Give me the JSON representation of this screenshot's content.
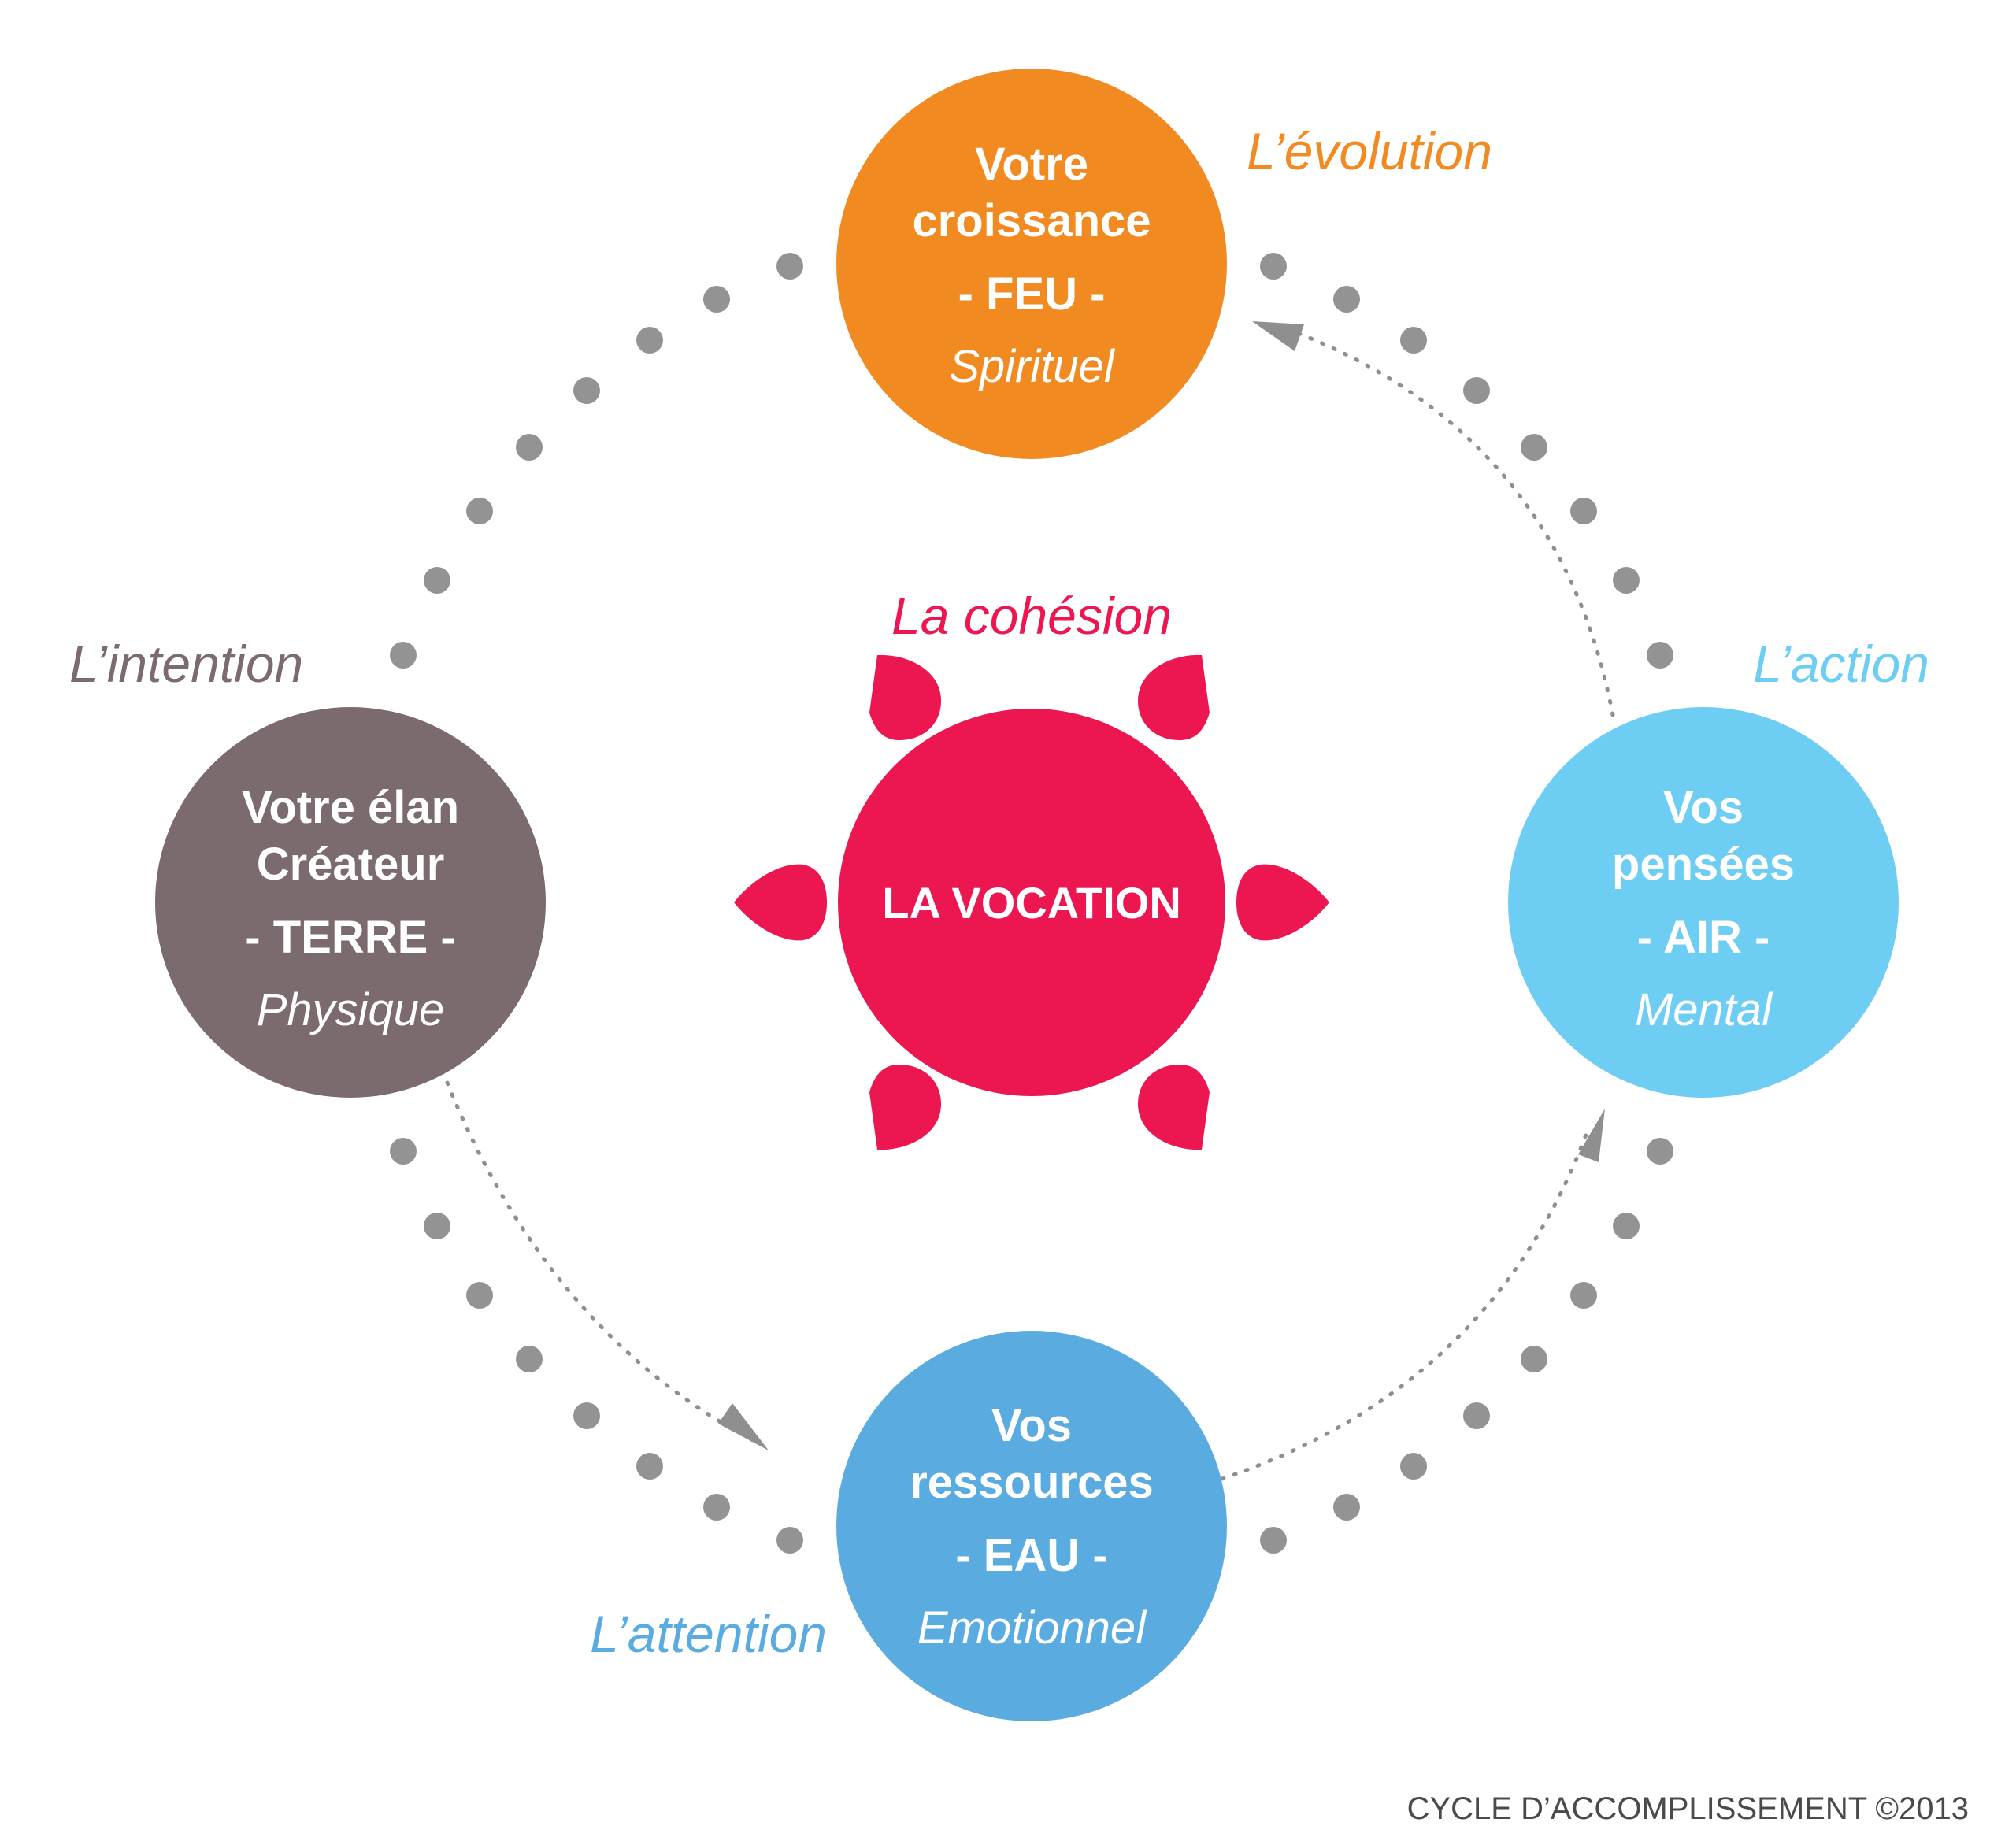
{
  "center": {
    "label": "LA VOCATION",
    "phase": "La cohésion"
  },
  "nodes": {
    "top": {
      "line1": "Votre",
      "line2": "croissance",
      "element": "- FEU -",
      "aspect": "Spirituel",
      "phase": "L’évolution"
    },
    "right": {
      "line1": "Vos",
      "line2": "pensées",
      "element": "- AIR -",
      "aspect": "Mental",
      "phase": "L’action"
    },
    "bottom": {
      "line1": "Vos",
      "line2": "ressources",
      "element": "- EAU -",
      "aspect": "Emotionnel",
      "phase": "L’attention"
    },
    "left": {
      "line1": "Votre élan",
      "line2": "Créateur",
      "element": "- TERRE -",
      "aspect": "Physique",
      "phase": "L’intention"
    }
  },
  "footer": "CYCLE D’ACCOMPLISSEMENT ©2013",
  "colors": {
    "fire": "#f28a22",
    "air": "#6dcdf3",
    "water": "#5aace0",
    "earth": "#7b6a6e",
    "vocation": "#ec1651",
    "dots": "#939393",
    "arrows": "#8f8f8f"
  }
}
